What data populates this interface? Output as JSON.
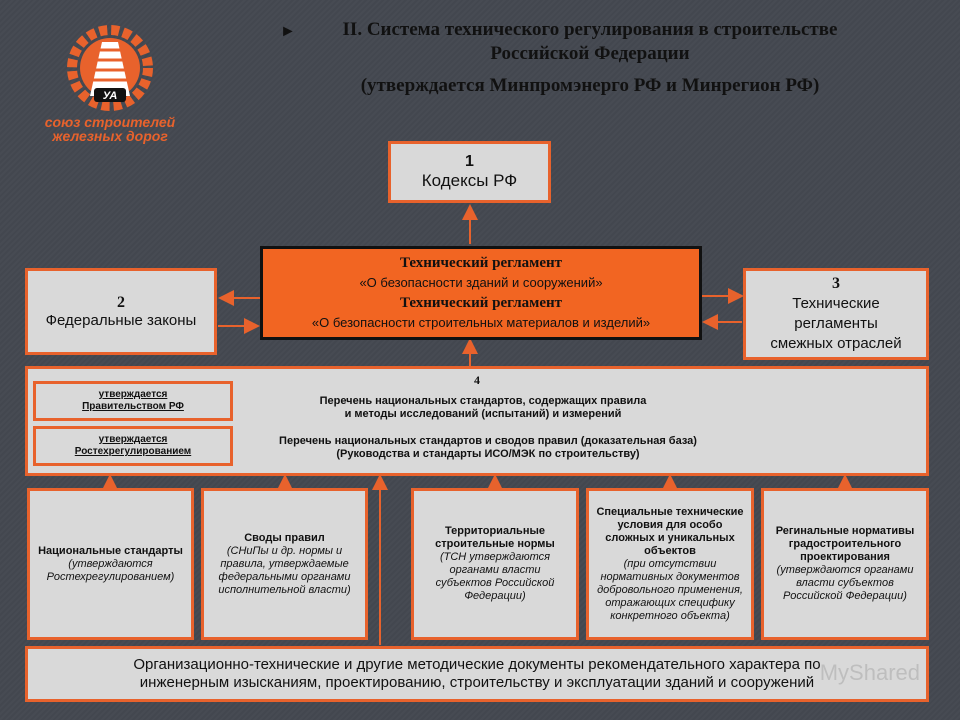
{
  "header": {
    "bullet": "►",
    "title_line1": "II. Система технического регулирования в строительстве",
    "title_line2": "Российской Федерации",
    "subtitle": "(утверждается Минпромэнерго РФ и Минрегион РФ)"
  },
  "logo": {
    "monogram": "УА",
    "text_line1": "союз строителей",
    "text_line2": "железных дорог"
  },
  "box1": {
    "num": "1",
    "label": "Кодексы РФ"
  },
  "center": {
    "reg1_title": "Технический регламент",
    "reg1_name": "«О безопасности зданий и сооружений»",
    "reg2_title": "Технический регламент",
    "reg2_name": "«О безопасности строительных материалов и изделий»"
  },
  "box2": {
    "num": "2",
    "label": "Федеральные законы"
  },
  "box3": {
    "num": "3",
    "line1": "Технические",
    "line2": "регламенты",
    "line3": "смежных отраслей"
  },
  "box4": {
    "num": "4",
    "approve1_line1": "утверждается",
    "approve1_line2": "Правительством  РФ",
    "approve2_line1": "утверждается",
    "approve2_line2": "Ростехрегулированием",
    "list1_line1": "Перечень национальных стандартов, содержащих правила",
    "list1_line2": "и методы исследований (испытаний) и измерений",
    "list2_line1": "Перечень национальных стандартов и сводов правил (доказательная база)",
    "list2_line2": "(Руководства и стандарты ИСО/МЭК по строительству)"
  },
  "bottom_boxes": [
    {
      "title": "Национальные стандарты",
      "note": "(утверждаются Ростехрегулированием)"
    },
    {
      "title": "Своды правил",
      "note": "(СНиПы и др. нормы и правила, утверждаемые федеральными органами исполнительной власти)"
    },
    {
      "title": "Территориальные строительные нормы",
      "note": "(ТСН утверждаются органами власти субъектов Российской Федерации)"
    },
    {
      "title": "Специальные технические условия для особо сложных и уникальных объектов",
      "note": "(при отсутствии нормативных документов добровольного применения, отражающих специфику конкретного объекта)"
    },
    {
      "title": "Регинальные нормативы градостроительного проектирования",
      "note": "(утверждаются органами власти субъектов Российской Федерации)"
    }
  ],
  "footer_box": {
    "line1": "Организационно-технические и другие методические документы рекомендательного характера по",
    "line2": "инженерным изысканиям, проектированию, строительству и эксплуатации зданий и сооружений"
  },
  "watermark": "MyShared",
  "colors": {
    "accent": "#e8622c",
    "center_fill": "#f26522",
    "box_fill": "#d9d9d9",
    "background": "#474b53"
  }
}
